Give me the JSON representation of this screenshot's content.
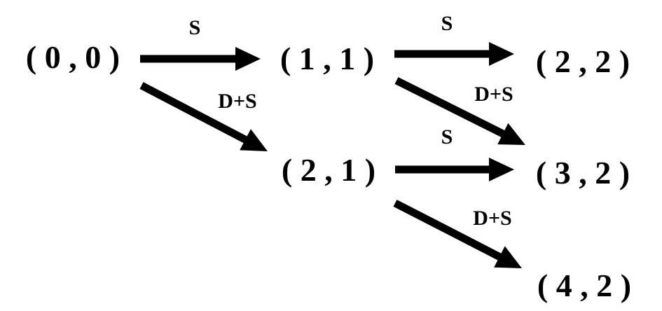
{
  "diagram": {
    "nodes": [
      {
        "id": "n00",
        "label": "( 0 , 0 )"
      },
      {
        "id": "n11",
        "label": "( 1 , 1 )"
      },
      {
        "id": "n22",
        "label": "( 2 , 2 )"
      },
      {
        "id": "n21",
        "label": "( 2 , 1 )"
      },
      {
        "id": "n32",
        "label": "( 3 , 2 )"
      },
      {
        "id": "n42",
        "label": "( 4 , 2 )"
      }
    ],
    "edges": [
      {
        "from": "n00",
        "to": "n11",
        "label": "S"
      },
      {
        "from": "n00",
        "to": "n21",
        "label": "D+S"
      },
      {
        "from": "n11",
        "to": "n22",
        "label": "S"
      },
      {
        "from": "n11",
        "to": "n32",
        "label": "D+S"
      },
      {
        "from": "n21",
        "to": "n32",
        "label": "S"
      },
      {
        "from": "n21",
        "to": "n42",
        "label": "D+S"
      }
    ],
    "colors": {
      "arrow": "#000000",
      "text": "#000000",
      "background": "#ffffff"
    }
  }
}
